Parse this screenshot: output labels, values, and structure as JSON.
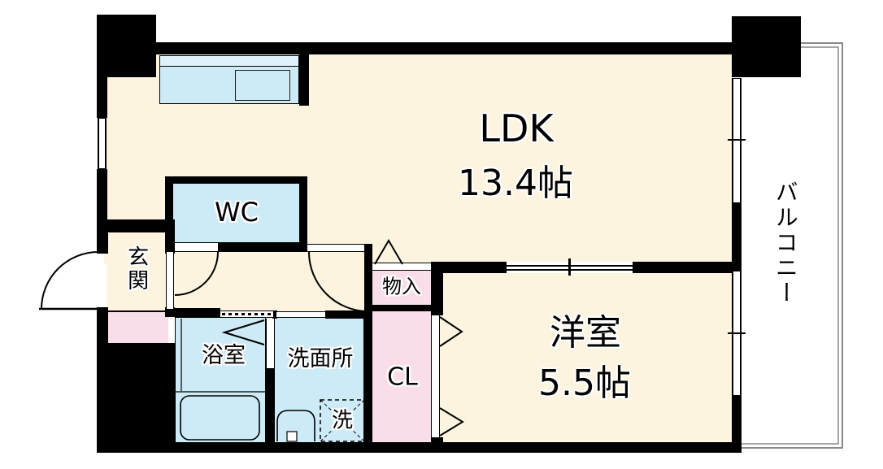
{
  "rooms": {
    "ldk": {
      "label": "LDK",
      "size": "13.4帖"
    },
    "bedroom": {
      "label": "洋室",
      "size": "5.5帖"
    },
    "balcony": {
      "label": "バルコニー"
    },
    "toilet": {
      "label": "WC"
    },
    "entrance": {
      "label": "玄関"
    },
    "bathroom": {
      "label": "浴室"
    },
    "washroom": {
      "label": "洗面所"
    },
    "closet": {
      "label": "CL"
    },
    "storage": {
      "label": "物入"
    },
    "washer": {
      "label": "洗"
    }
  },
  "colors": {
    "background": "#FFFFFF",
    "floor_cream": "#FCF4DF",
    "water_room_blue": "#CDEAF7",
    "counter_top_blue": "#DFF2FB",
    "storage_pink": "#F9DEEA",
    "wall_black": "#000000",
    "balcony_outline_gray": "#898989"
  }
}
